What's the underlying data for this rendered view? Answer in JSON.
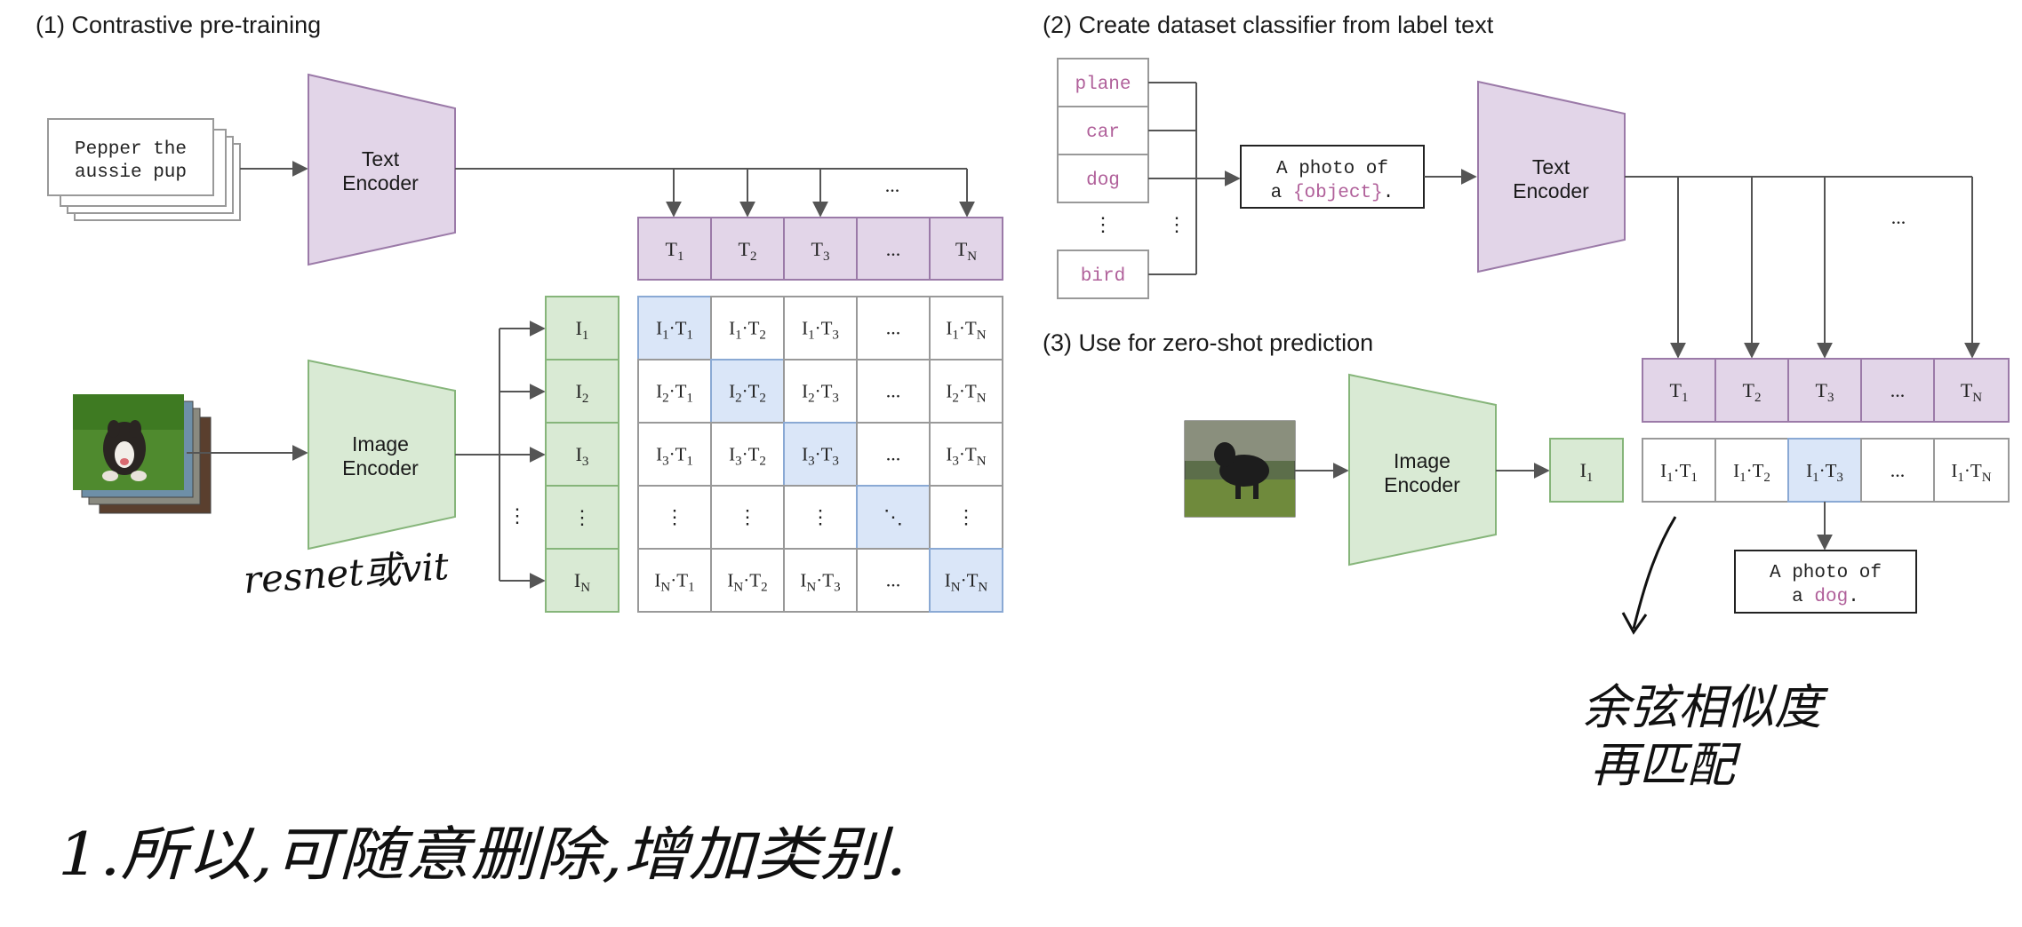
{
  "section1": {
    "title": "(1) Contrastive pre-training",
    "caption_line1": "Pepper the",
    "caption_line2": "aussie pup",
    "text_encoder_line1": "Text",
    "text_encoder_line2": "Encoder",
    "image_encoder_line1": "Image",
    "image_encoder_line2": "Encoder",
    "ellipsis": "...",
    "vdots": "⋮",
    "ddots": "⋱",
    "text_tokens": [
      {
        "base": "T",
        "sub": "1"
      },
      {
        "base": "T",
        "sub": "2"
      },
      {
        "base": "T",
        "sub": "3"
      },
      {
        "base": "...",
        "sub": ""
      },
      {
        "base": "T",
        "sub": "N"
      }
    ],
    "image_tokens": [
      {
        "base": "I",
        "sub": "1"
      },
      {
        "base": "I",
        "sub": "2"
      },
      {
        "base": "I",
        "sub": "3"
      },
      {
        "base": "⋮",
        "sub": ""
      },
      {
        "base": "I",
        "sub": "N"
      }
    ],
    "row_indices": [
      "1",
      "2",
      "3",
      "",
      "N"
    ],
    "col_indices": [
      "1",
      "2",
      "3",
      "",
      "N"
    ]
  },
  "section2": {
    "title": "(2) Create dataset classifier from label text",
    "labels": [
      "plane",
      "car",
      "dog",
      "bird"
    ],
    "vdots": "⋮",
    "template_line1": "A photo of",
    "template_line2_prefix": "a ",
    "template_placeholder": "{object}",
    "template_line2_suffix": ".",
    "text_encoder_line1": "Text",
    "text_encoder_line2": "Encoder",
    "ellipsis": "..."
  },
  "section3": {
    "title": "(3) Use for zero-shot prediction",
    "image_encoder_line1": "Image",
    "image_encoder_line2": "Encoder",
    "image_token": {
      "base": "I",
      "sub": "1"
    },
    "text_tokens": [
      {
        "base": "T",
        "sub": "1"
      },
      {
        "base": "T",
        "sub": "2"
      },
      {
        "base": "T",
        "sub": "3"
      },
      {
        "base": "...",
        "sub": ""
      },
      {
        "base": "T",
        "sub": "N"
      }
    ],
    "col_indices": [
      "1",
      "2",
      "3",
      "",
      "N"
    ],
    "ellipsis": "...",
    "result_line1": "A photo of",
    "result_line2_prefix": "a ",
    "result_object": "dog",
    "result_line2_suffix": "."
  },
  "annotations": {
    "resnet_note": "resnet或vit",
    "cosine_note_line1": "余弦相似度",
    "cosine_note_line2": "再匹配",
    "bottom_note": "1.所以,可随意删除,增加类别."
  },
  "colors": {
    "purple_fill": "#e2d5e8",
    "purple_stroke": "#9b7aa8",
    "green_fill": "#d9ead4",
    "green_stroke": "#86b57a",
    "blue_fill": "#dae6f8",
    "blue_stroke": "#8aa9d4",
    "label_pink": "#b0609a",
    "line": "#555555"
  }
}
